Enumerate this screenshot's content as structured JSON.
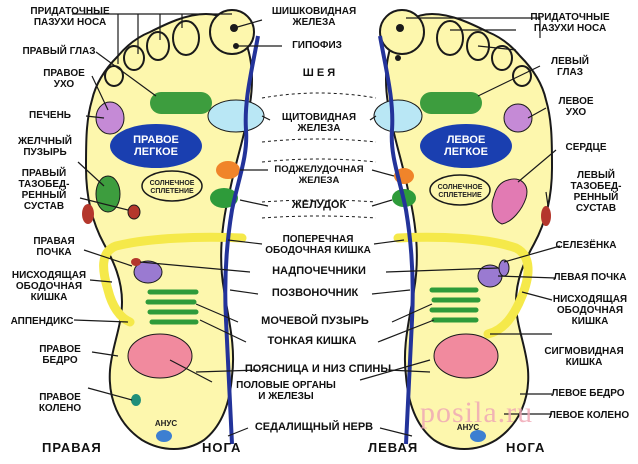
{
  "colors": {
    "foot_fill": "#fdf7ad",
    "outline": "#1a1a1a",
    "spine": "#23339a",
    "lung": "#1a3fb0",
    "liver_eye": "#3d9d3e",
    "ear": "#c58ad6",
    "thyroid": "#b9e7f5",
    "pancreas": "#f0842a",
    "stomach": "#2e9b3a",
    "colon": "#f5e94a",
    "kidney": "#9a7ad1",
    "bladder": "#2e9b3a",
    "genitals": "#f18a9e",
    "knee": "#1f8f7a",
    "heart": "#e27ab3",
    "hip": "#b4372c"
  },
  "labels": {
    "sinuses_right": "ПРИДАТОЧНЫЕ\nПАЗУХИ НОСА",
    "sinuses_left": "ПРИДАТОЧНЫЕ\nПАЗУХИ НОСА",
    "pineal": "ШИШКОВИДНАЯ\nЖЕЛЕЗА",
    "pituitary": "ГИПОФИЗ",
    "right_eye": "ПРАВЫЙ ГЛАЗ",
    "left_eye": "ЛЕВЫЙ\nГЛАЗ",
    "right_ear": "ПРАВОЕ\nУХО",
    "left_ear": "ЛЕВОЕ\nУХО",
    "neck": "Ш Е Я",
    "liver": "ПЕЧЕНЬ",
    "thyroid": "ЩИТОВИДНАЯ\nЖЕЛЕЗА",
    "gallbladder": "ЖЕЛЧНЫЙ\nПУЗЫРЬ",
    "heart": "СЕРДЦЕ",
    "right_hip": "ПРАВЫЙ\nТАЗОБЕД-\nРЕННЫЙ\nСУСТАВ",
    "left_hip": "ЛЕВЫЙ\nТАЗОБЕД-\nРЕННЫЙ\nСУСТАВ",
    "pancreas": "ПОДЖЕЛУДОЧНАЯ\nЖЕЛЕЗА",
    "stomach": "ЖЕЛУДОК",
    "transverse_colon": "ПОПЕРЕЧНАЯ\nОБОДОЧНАЯ КИШКА",
    "spleen": "СЕЛЕЗЁНКА",
    "right_kidney": "ПРАВАЯ\nПОЧКА",
    "left_kidney": "ЛЕВАЯ ПОЧКА",
    "adrenals": "НАДПОЧЕЧНИКИ",
    "descending_colon_right": "НИСХОДЯЩАЯ\nОБОДОЧНАЯ\nКИШКА",
    "descending_colon_left": "НИСХОДЯЩАЯ\nОБОДОЧНАЯ\nКИШКА",
    "spine": "ПОЗВОНОЧНИК",
    "appendix": "АППЕНДИКС",
    "bladder": "МОЧЕВОЙ ПУЗЫРЬ",
    "small_intestine": "ТОНКАЯ КИШКА",
    "sigmoid_colon": "СИГМОВИДНАЯ\nКИШКА",
    "right_thigh": "ПРАВОЕ\nБЕДРО",
    "left_thigh": "ЛЕВОЕ БЕДРО",
    "lower_back": "ПОЯСНИЦА И НИЗ СПИНЫ",
    "genitals": "ПОЛОВЫЕ ОРГАНЫ\nИ ЖЕЛЕЗЫ",
    "right_knee": "ПРАВОЕ\nКОЛЕНО",
    "left_knee": "ЛЕВОЕ КОЛЕНО",
    "sciatic": "СЕДАЛИЩНЫЙ НЕРВ",
    "right_leg_a": "ПРАВАЯ",
    "right_leg_b": "НОГА",
    "left_leg_a": "ЛЕВАЯ",
    "left_leg_b": "НОГА"
  },
  "zone_text": {
    "right_lung": "ПРАВОЕ\nЛЕГКОЕ",
    "left_lung": "ЛЕВОЕ\nЛЕГКОЕ",
    "solar_right": "СОЛНЕЧНОЕ\nСПЛЕТЕНИЕ",
    "solar_left": "СОЛНЕЧНОЕ\nСПЛЕТЕНИЕ",
    "anus_right": "АНУС",
    "anus_left": "АНУС"
  },
  "watermark": "posila.ru"
}
